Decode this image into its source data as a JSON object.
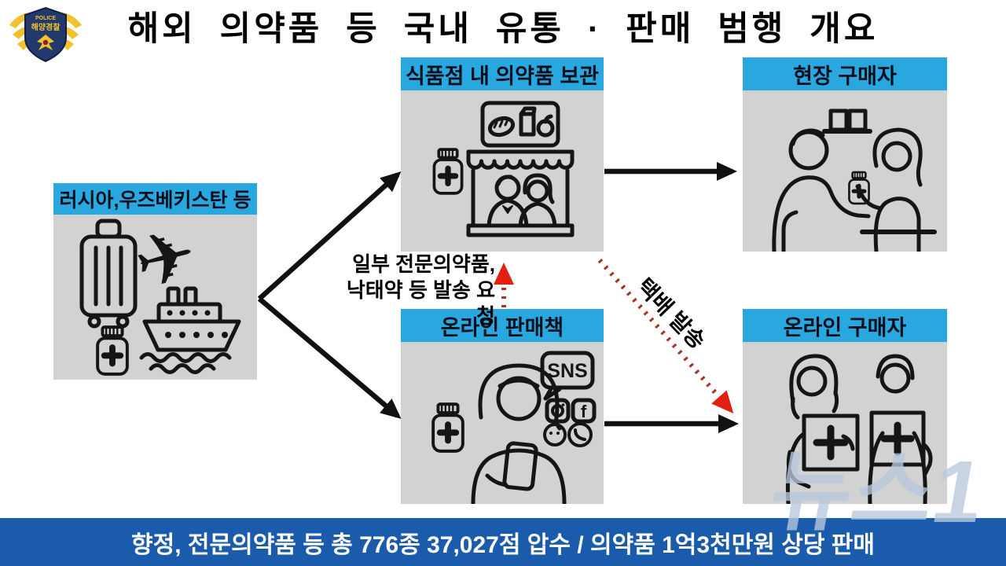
{
  "title": "해외 의약품 등 국내 유통 · 판매 범행 개요",
  "logo": {
    "police_text": "POLICE",
    "name": "해양경찰"
  },
  "nodes": {
    "source": {
      "label": "러시아,우즈베키스탄 등"
    },
    "store": {
      "label": "식품점 내 의약품 보관"
    },
    "onsite_buyer": {
      "label": "현장 구매자"
    },
    "online_seller": {
      "label": "온라인 판매책",
      "sns_text": "SNS",
      "fb_glyph": "f"
    },
    "online_buyer": {
      "label": "온라인 구매자"
    }
  },
  "annotations": {
    "request_line1": "일부 전문의약품,",
    "request_line2": "낙태약 등 발송 요청",
    "parcel": "택배 발송"
  },
  "banner": {
    "text": "향정, 전문의약품 등 총 776종 37,027점 압수 / 의약품 1억3천만원 상당 판매"
  },
  "watermark": {
    "text": "뉴스1"
  },
  "icons": {
    "source": [
      "suitcase-icon",
      "airplane-icon",
      "ship-icon",
      "pill-bottle-icon"
    ],
    "store": [
      "pill-bottle-icon",
      "storefront-icon",
      "grocery-sign-icon",
      "grocer-couple-icon"
    ],
    "onsite_buyer": [
      "shelf-icon",
      "buyer-person-icon",
      "seller-handing-medicine-icon",
      "pill-bottle-icon"
    ],
    "online_seller": [
      "pill-bottle-icon",
      "woman-with-phone-icon",
      "sns-bubble-icon",
      "instagram-icon",
      "facebook-icon",
      "wechat-icon",
      "whatsapp-icon"
    ],
    "online_buyer": [
      "woman-holding-medicine-box-icon",
      "man-holding-medicine-box-icon"
    ]
  },
  "colors": {
    "header_blue": "#29A8E0",
    "box_gray": "#D2D2D2",
    "banner_blue": "#1A5BAB",
    "arrow_black": "#111111",
    "arrow_red": "#E3200F",
    "arrow_red_dot": "#A83524",
    "emblem_navy": "#22396B",
    "emblem_gold": "#F2C12E",
    "watermark_blue": "#B9C9DC"
  }
}
